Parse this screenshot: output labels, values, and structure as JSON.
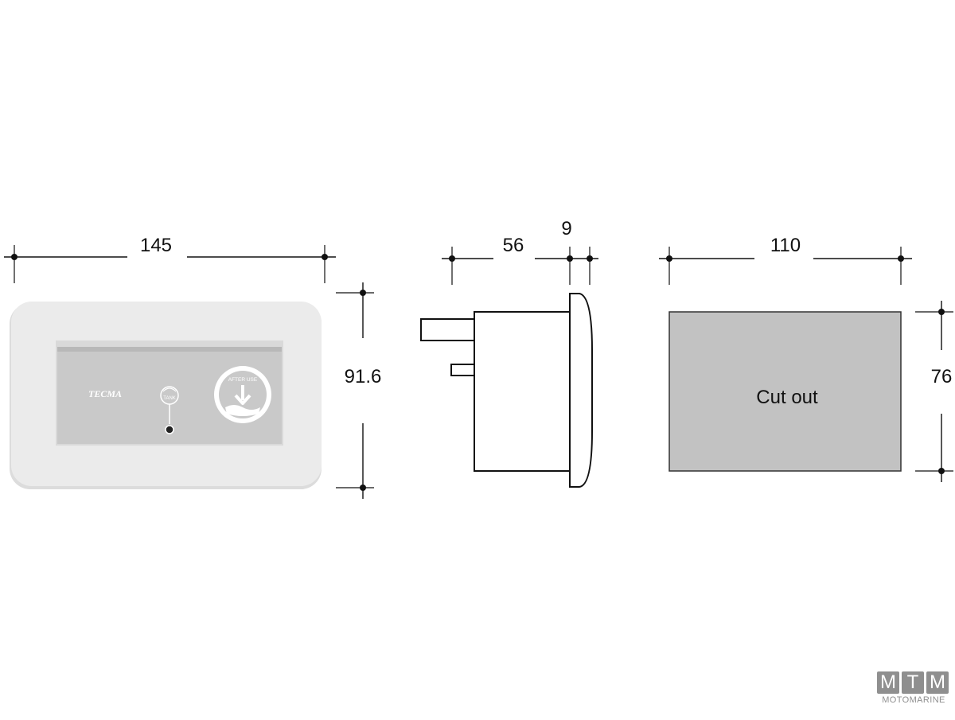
{
  "dimensions": {
    "front_width": "145",
    "front_height": "91.6",
    "side_depth": "56",
    "side_flange": "9",
    "cutout_width": "110",
    "cutout_height": "76"
  },
  "panel": {
    "brand_label": "TECMA",
    "tank_label": "TANK",
    "after_use_label": "AFTER USE"
  },
  "cutout": {
    "label": "Cut out"
  },
  "watermark": {
    "letters": [
      "M",
      "T",
      "M"
    ],
    "subtitle": "MOTOMARINE"
  },
  "colors": {
    "frame": "#ebebeb",
    "inset": "#c9c9c9",
    "cutout_fill": "#c2c2c2",
    "watermark": "#8f8f8f"
  }
}
